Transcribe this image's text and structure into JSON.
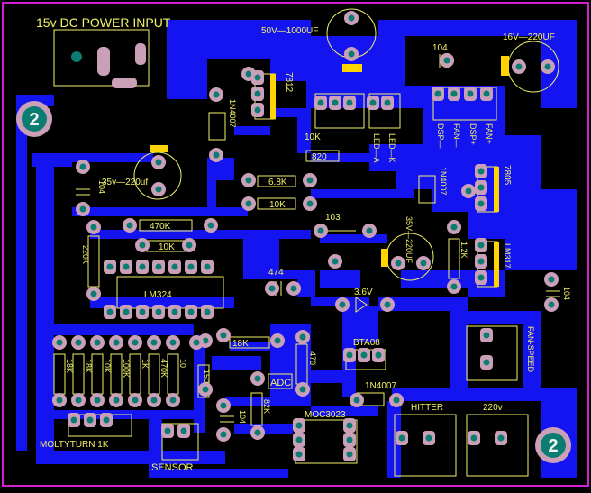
{
  "colors": {
    "background": "#000000",
    "copper": "#1414f0",
    "silkscreen": "#f2f26a",
    "pad": "#c9a0b8",
    "drill": "#0a7c72",
    "outline": "#d020d0",
    "tab": "#ffd400"
  },
  "title": "15v DC POWER INPUT",
  "sheet_marks": [
    "2",
    "2"
  ],
  "labels": {
    "cap_top": "50V—1000UF",
    "cap_right": "16V—220UF",
    "reg_7812": "7812",
    "diode_top": "1N4007",
    "cap_left": "35v—220uf",
    "cap_104a": "104",
    "cap_104b": "104",
    "cap_104c": "104",
    "cap_104d": "104",
    "pot_10k": "10K",
    "res_820": "820",
    "led_a": "LED—A",
    "led_k": "LED—K",
    "dsp_minus": "DSP—",
    "fan_minus": "FAN—",
    "dsp_plus": "DSP+",
    "fan_plus": "FAN+",
    "res_68k": "6.8K",
    "res_10k_mid": "10K",
    "reg_7805": "7805",
    "diode_mid": "1N4007",
    "pot_103": "103",
    "cap_mid": "35V—220UF",
    "res_12k": "1.2K",
    "reg_lm317": "LM317",
    "res_470k": "470K",
    "res_10k_left": "10K",
    "res_220k": "220K",
    "ic_lm324": "LM324",
    "cap_474": "474",
    "zener": "3.6V",
    "fan_speed": "FAN-SPEED",
    "res_18k_mid": "18K",
    "res_470": "470",
    "triac": "BTA08",
    "diode_bottom": "1N4007",
    "adc": "ADC",
    "res_82k": "82K",
    "opto": "MOC3023",
    "hitter": "HITTER",
    "mains": "220v",
    "multiturn": "MOLTYTURN 1K",
    "sensor": "SENSOR",
    "res_row": [
      "18K",
      "18K",
      "10K",
      "100K",
      "1K",
      "470K",
      "10"
    ],
    "res_150": "150"
  }
}
